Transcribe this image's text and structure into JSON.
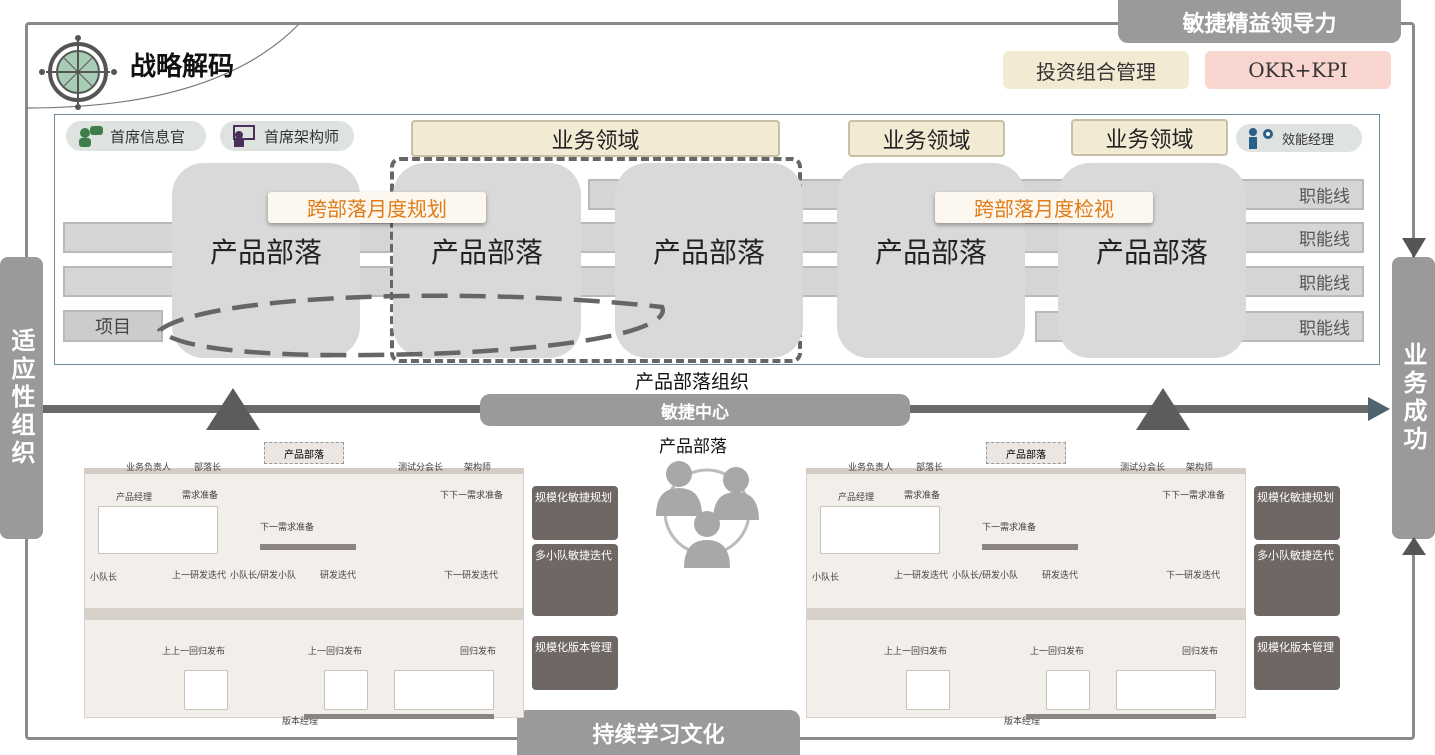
{
  "header": {
    "title": "战略解码",
    "leadership": "敏捷精益领导力",
    "portfolio": "投资组合管理",
    "okr": "OKR+KPI"
  },
  "sides": {
    "left": "适应性组织",
    "right": "业务成功"
  },
  "roles": {
    "cio": "首席信息官",
    "architect": "首席架构师",
    "manager": "效能经理"
  },
  "domains": [
    "业务领域",
    "业务领域",
    "业务领域"
  ],
  "lanes": {
    "function": "职能线",
    "project": "项目"
  },
  "tribes": [
    "产品部落",
    "产品部落",
    "产品部落",
    "产品部落",
    "产品部落"
  ],
  "events": {
    "planning": "跨部落月度规划",
    "review": "跨部落月度检视"
  },
  "center": {
    "org": "产品部落组织",
    "agile_center": "敏捷中心",
    "tribe": "产品部落"
  },
  "footer": {
    "culture": "持续学习文化"
  },
  "scenes": [
    {
      "banner": "产品部落",
      "roles": [
        "业务负责人",
        "部落长",
        "测试分会长",
        "架构师"
      ],
      "owner": "产品经理",
      "stages": [
        "需求准备",
        "下下一需求准备",
        "下一需求准备",
        "上一研发迭代",
        "研发迭代",
        "下一研发迭代",
        "上上一回归发布",
        "上一回归发布",
        "回归发布"
      ],
      "squad": "小队长",
      "squad_team": "小队长/研发小队",
      "version_owner": "版本经理",
      "panels": [
        "规模化敏捷规划",
        "多小队敏捷迭代",
        "规模化版本管理"
      ]
    },
    {
      "banner": "产品部落",
      "roles": [
        "业务负责人",
        "部落长",
        "测试分会长",
        "架构师"
      ],
      "owner": "产品经理",
      "stages": [
        "需求准备",
        "下下一需求准备",
        "下一需求准备",
        "上一研发迭代",
        "研发迭代",
        "下一研发迭代",
        "上上一回归发布",
        "上一回归发布",
        "回归发布"
      ],
      "squad": "小队长",
      "squad_team": "小队长/研发小队",
      "version_owner": "版本经理",
      "panels": [
        "规模化敏捷规划",
        "多小队敏捷迭代",
        "规模化版本管理"
      ]
    }
  ],
  "colors": {
    "frame": "#8a8a8a",
    "pill": "#9a9a9a",
    "orange_text": "#e07b1a",
    "domain_bg": "#f3ead4",
    "okr_bg": "#f8d6cf",
    "tribe_bg": "#d9d9d9"
  }
}
